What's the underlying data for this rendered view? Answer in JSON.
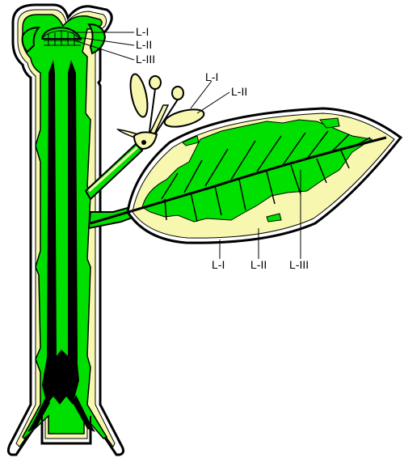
{
  "colors": {
    "layer_1": "#000000",
    "layer_2": "#f7f7b0",
    "layer_3": "#00e000",
    "vascular": "#000000"
  },
  "labels": {
    "shoot_apex": [
      "L-I",
      "L-II",
      "L-III"
    ],
    "flower": [
      "L-I",
      "L-II"
    ],
    "leaf": [
      "L-I",
      "L-II",
      "L-III"
    ]
  }
}
